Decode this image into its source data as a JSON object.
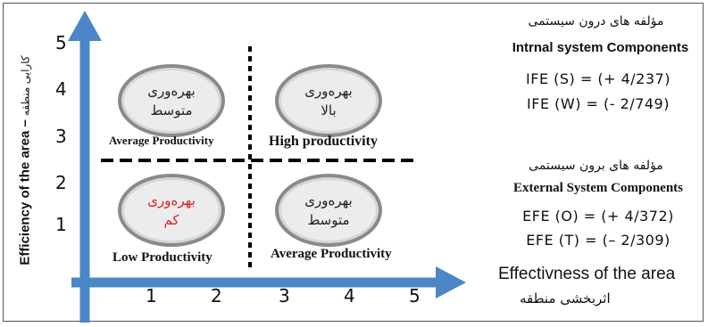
{
  "y_axis": {
    "label_en": "Efficiency of the area",
    "label_fa": "کارایی منطقه",
    "ticks": [
      "1",
      "2",
      "3",
      "4",
      "5"
    ]
  },
  "x_axis": {
    "label_en": "Effectivness of the area",
    "label_fa": "اثربخشی منطقه",
    "ticks": [
      "1",
      "2",
      "3",
      "4",
      "5"
    ]
  },
  "quadrants": {
    "top_left": {
      "line1": "بهره‌وری",
      "line2": "متوسط",
      "label": "Average Productivity"
    },
    "top_right": {
      "line1": "بهره‌وری",
      "line2": "بالا",
      "label": "High productivity"
    },
    "bottom_left": {
      "line1": "بهره‌وری",
      "line2": "کم",
      "label": "Low Productivity"
    },
    "bottom_right": {
      "line1": "بهره‌وری",
      "line2": "متوسط",
      "label": "Average Productivity"
    }
  },
  "internal": {
    "title_fa": "مؤلفه های درون سیستمی",
    "title_en": "Intrnal system Components",
    "ife_s": "IFE (S) = (+ 4/237)",
    "ife_w": "IFE (W) = (- 2/749)"
  },
  "external": {
    "title_fa": "مؤلفه های برون سیستمی",
    "title_en": "External System Components",
    "efe_o": "EFE (O) = (+ 4/372)",
    "efe_t": "EFE (T) = (– 2/309)"
  },
  "colors": {
    "axis": "#4a86c8",
    "low_productivity_text": "#e02020"
  }
}
